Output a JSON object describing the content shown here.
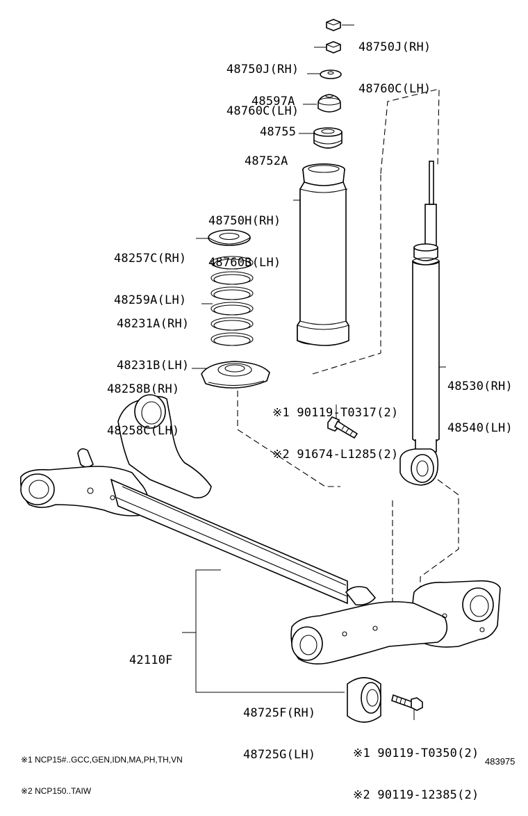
{
  "parts": [
    {
      "id": "p48750j_top",
      "lines": [
        "48750J(RH)",
        "48760C(LH)"
      ]
    },
    {
      "id": "p48750j",
      "lines": [
        "48750J(RH)",
        "48760C(LH)"
      ]
    },
    {
      "id": "p48597a",
      "lines": [
        "48597A"
      ]
    },
    {
      "id": "p48755",
      "lines": [
        "48755"
      ]
    },
    {
      "id": "p48752a",
      "lines": [
        "48752A"
      ]
    },
    {
      "id": "p48750h",
      "lines": [
        "48750H(RH)",
        "48760B(LH)"
      ]
    },
    {
      "id": "p48257c",
      "lines": [
        "48257C(RH)",
        "48259A(LH)"
      ]
    },
    {
      "id": "p48231a",
      "lines": [
        "48231A(RH)",
        "48231B(LH)"
      ]
    },
    {
      "id": "p48258b",
      "lines": [
        "48258B(RH)",
        "48258C(LH)"
      ]
    },
    {
      "id": "p48530",
      "lines": [
        "48530(RH)",
        "48540(LH)"
      ]
    },
    {
      "id": "p90119a",
      "lines": [
        "※1 90119-T0317(2)",
        "※2 91674-L1285(2)"
      ]
    },
    {
      "id": "p42110f",
      "lines": [
        "42110F"
      ]
    },
    {
      "id": "p48725f",
      "lines": [
        "48725F(RH)",
        "48725G(LH)"
      ]
    },
    {
      "id": "p90119b",
      "lines": [
        "※1 90119-T0350(2)",
        "※2 90119-12385(2)"
      ]
    }
  ],
  "notes": [
    "※1 NCP15#..GCC,GEN,IDN,MA,PH,TH,VN",
    "※2 NCP150..TAIW"
  ],
  "reference_number": "483975"
}
